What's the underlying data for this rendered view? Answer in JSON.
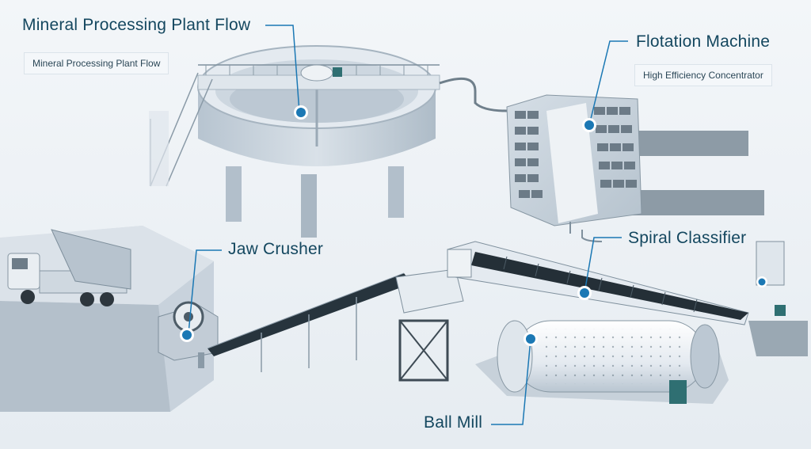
{
  "diagram": {
    "title": "Mineral Processing Plant Flow",
    "subtitle_chip": "Mineral Processing Plant Flow",
    "components": [
      {
        "id": "thickener",
        "label": ""
      },
      {
        "id": "flotation",
        "label": "Flotation Machine",
        "chip": "High Efficiency Concentrator"
      },
      {
        "id": "jaw-crusher",
        "label": "Jaw Crusher"
      },
      {
        "id": "spiral-classifier",
        "label": "Spiral Classifier"
      },
      {
        "id": "ball-mill",
        "label": "Ball Mill"
      }
    ]
  },
  "colors": {
    "accent": "#1b78b4",
    "label_text": "#14475f",
    "background": "#eef2f6",
    "equipment": "#c9d3dd",
    "belt": "#27343d"
  }
}
